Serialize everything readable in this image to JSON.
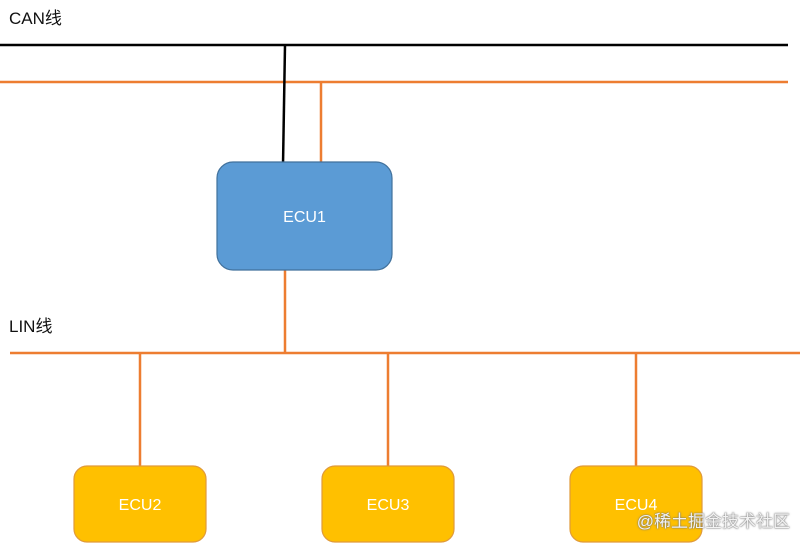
{
  "labels": {
    "can_bus": "CAN线",
    "lin_bus": "LIN线"
  },
  "nodes": {
    "ecu1": "ECU1",
    "ecu2": "ECU2",
    "ecu3": "ECU3",
    "ecu4": "ECU4"
  },
  "watermark": "@稀土掘金技术社区",
  "colors": {
    "can_line": "#000000",
    "bus_line": "#ED7D31",
    "ecu1_fill": "#5B9BD5",
    "ecu1_border": "#41719C",
    "ecu_lin_fill": "#FFC000",
    "ecu_lin_border": "#E09A3A",
    "node_text": "#FFFFFF"
  }
}
